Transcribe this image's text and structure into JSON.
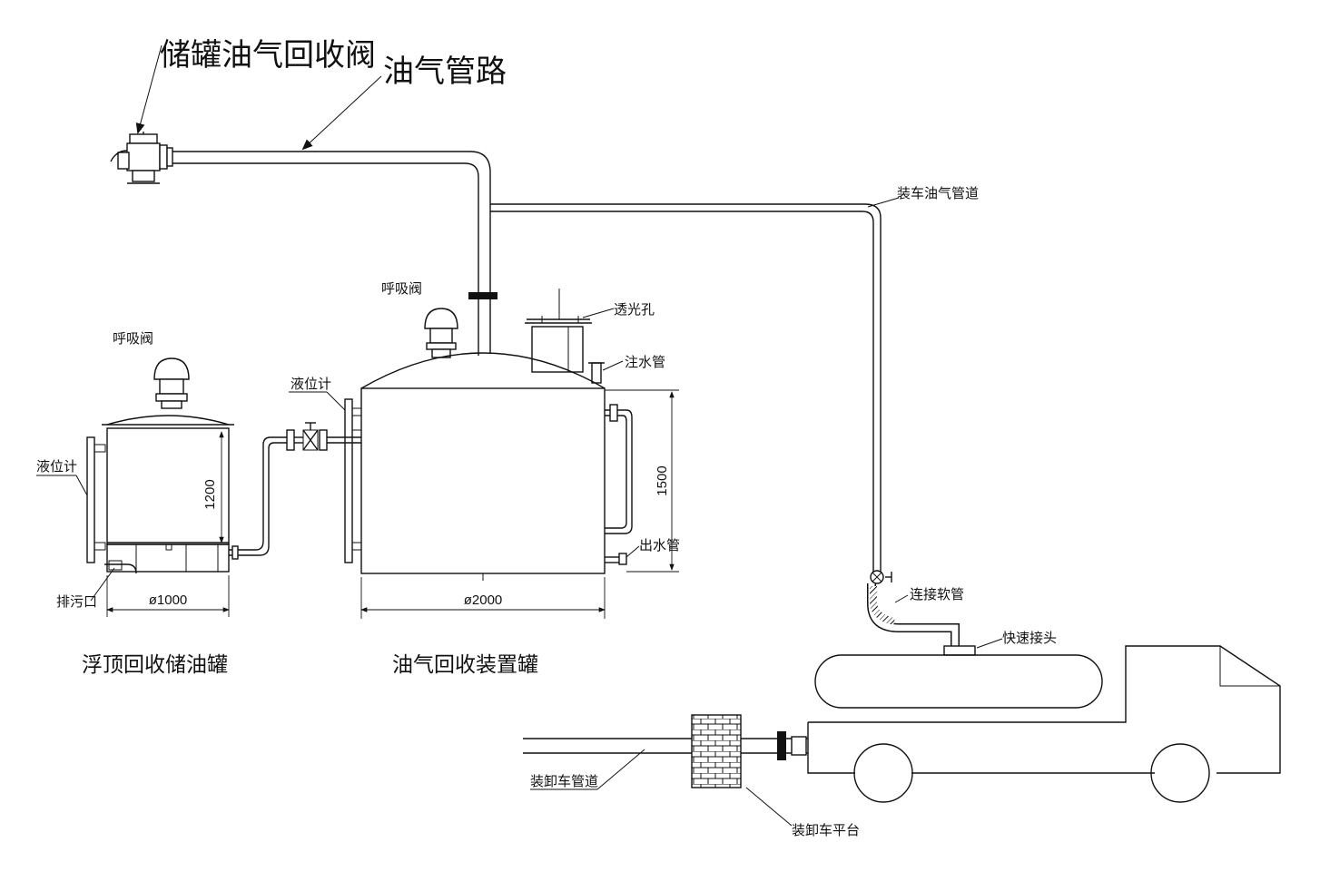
{
  "labels": {
    "tank_vapor_recovery_valve": "储罐油气回收阀",
    "vapor_pipeline": "油气管路",
    "truck_vapor_pipeline": "装车油气管道",
    "breather_valve_middle": "呼吸阀",
    "breather_valve_left": "呼吸阀",
    "skylight": "透光孔",
    "water_injection_pipe": "注水管",
    "level_gauge_middle": "液位计",
    "level_gauge_left": "液位计",
    "water_outlet_pipe": "出水管",
    "drain_outlet": "排污口",
    "flexible_hose": "连接软管",
    "quick_connector": "快速接头",
    "loading_pipeline": "装卸车管道",
    "loading_platform": "装卸车平台"
  },
  "dimensions": {
    "left_height": "1200",
    "left_diameter": "ø1000",
    "middle_height": "1500",
    "middle_diameter": "ø2000"
  },
  "captions": {
    "floating_roof_tank": "浮顶回收储油罐",
    "vapor_recovery_tank": "油气回收装置罐"
  }
}
